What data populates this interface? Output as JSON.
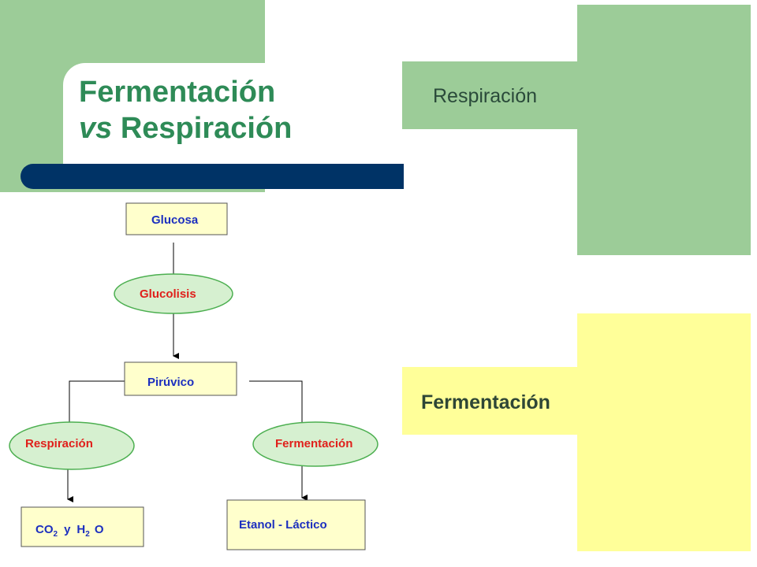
{
  "slide": {
    "title_line1": "Fermentación",
    "title_vs": "vs",
    "title_line2": "Respiración",
    "colors": {
      "green_panel": "#9ccc98",
      "yellow_panel": "#ffff99",
      "title_text": "#2e8b57",
      "title_bar": "#003366"
    }
  },
  "side_panels": {
    "respiracion_label": "Respiración",
    "fermentacion_label": "Fermentación"
  },
  "diagram": {
    "glucosa": "Glucosa",
    "glucolisis": "Glucolisis",
    "piruvico": "Pirúvico",
    "respiracion": "Respiración",
    "fermentacion": "Fermentación",
    "etanol": "Etanol - Láctico",
    "co2_h2o": {
      "co": "CO",
      "sub1": "2",
      "y": "y",
      "h": "H",
      "sub2": "2",
      "o": "O"
    },
    "colors": {
      "box_fill": "#ffffcc",
      "ellipse_fill": "#d6f0d0",
      "ellipse_stroke": "#4caf50",
      "blue_text": "#1c2fbf",
      "red_text": "#e0201b"
    }
  }
}
